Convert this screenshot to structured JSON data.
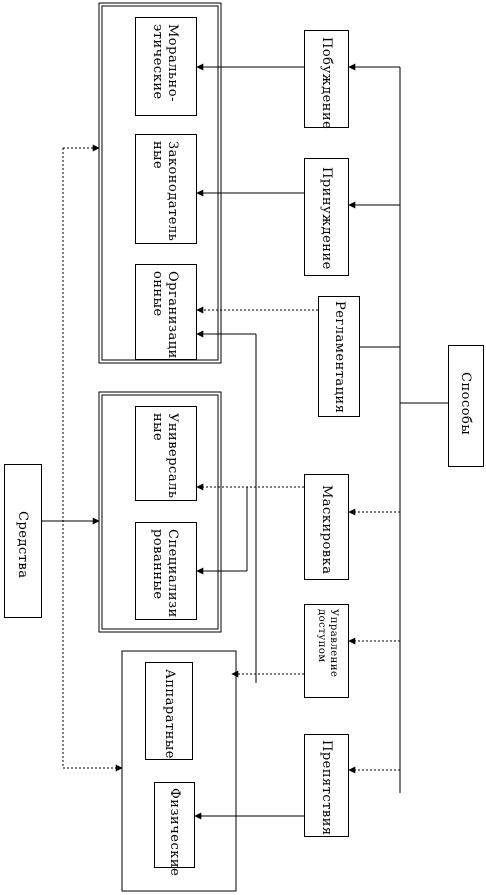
{
  "boxes": {
    "sredstva": "Средства",
    "sposoby": "Способы",
    "moral": "Морально-\nэтические",
    "zakon": "Законодатель\nные",
    "org": "Организаци\nонные",
    "univ": "Универсаль\nные",
    "spec": "Специализи\nрованные",
    "appar": "Аппаратные",
    "fiz": "Физические",
    "pobuzhd": "Побуждение",
    "prinuzhd": "Принуждение",
    "reglam": "Регламентация",
    "maskir": "Маскировка",
    "upravl": "Управление\nдоступом",
    "prepyat": "Препятствия"
  }
}
